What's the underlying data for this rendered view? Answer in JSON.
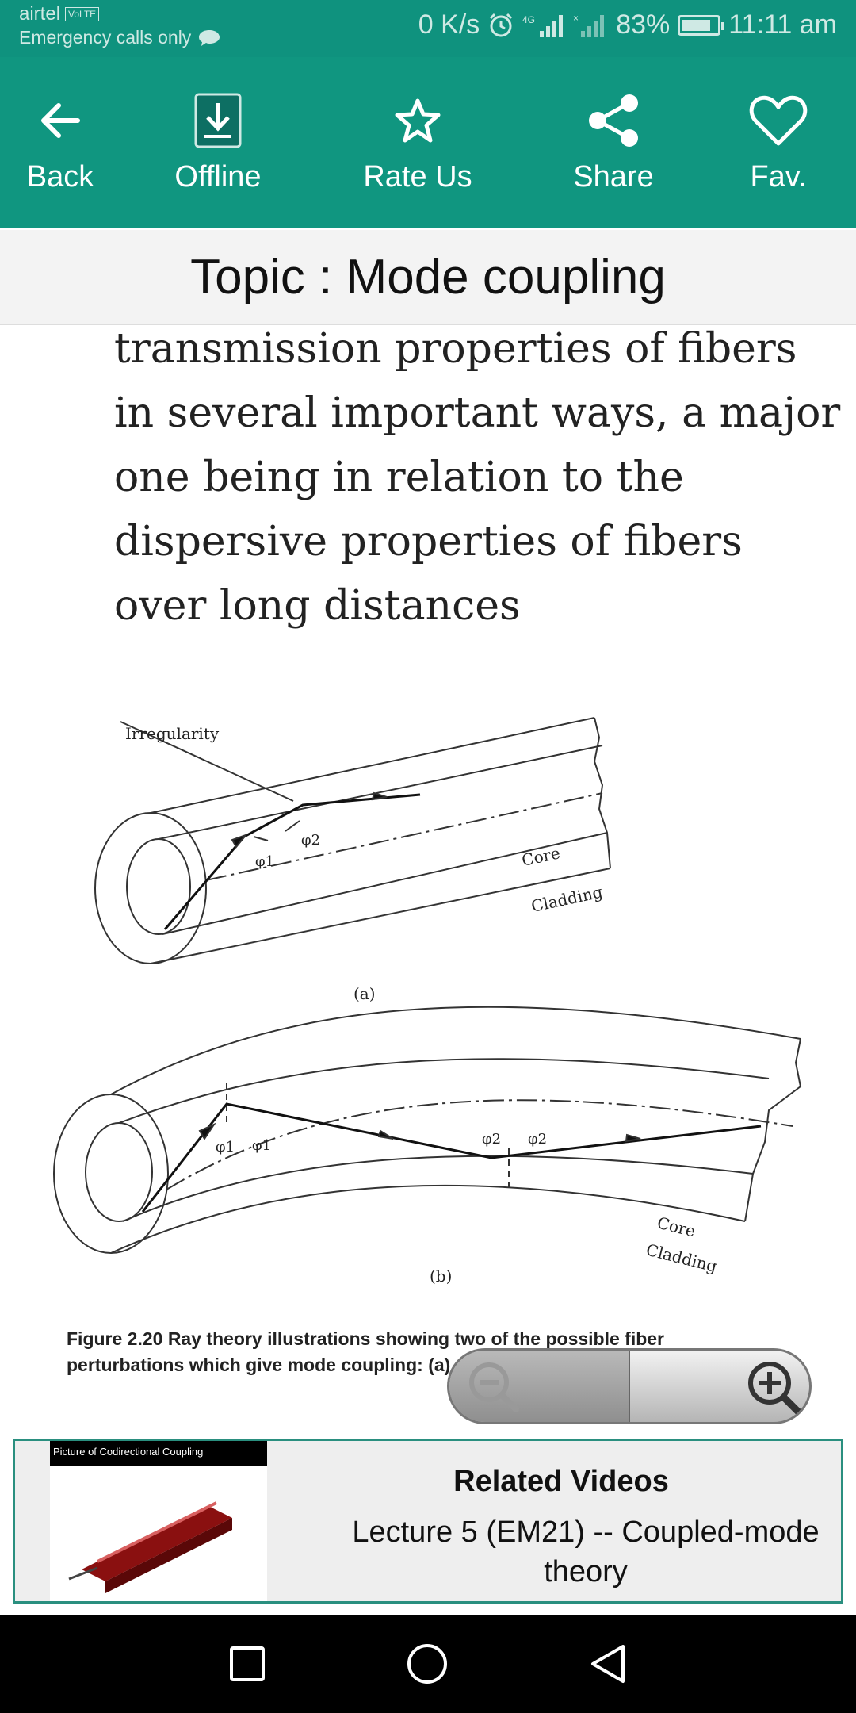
{
  "status_bar": {
    "carrier": "airtel",
    "volte_badge": "VoLTE",
    "emergency": "Emergency calls only",
    "net_speed": "0 K/s",
    "battery": "83%",
    "battery_level": 0.83,
    "time": "11:11 am"
  },
  "toolbar": {
    "back": "Back",
    "offline": "Offline",
    "rate": "Rate Us",
    "share": "Share",
    "fav": "Fav."
  },
  "topic": {
    "title": "Topic : Mode coupling"
  },
  "content": {
    "paragraph": "transmission properties of fibers in several important ways, a major one being in relation to the dispersive properties of fibers over long distances"
  },
  "figure": {
    "label_irregularity": "Irregularity",
    "label_phi1": "φ1",
    "label_phi2": "φ2",
    "label_core": "Core",
    "label_cladding": "Cladding",
    "label_a": "(a)",
    "label_b": "(b)",
    "caption": "Figure 2.20 Ray theory illustrations showing two of the possible fiber perturbations which give mode coupling: (a) ... interface; (b) fiber bend"
  },
  "related": {
    "title": "Related Videos",
    "video_title": "Lecture 5 (EM21) -- Coupled-mode theory",
    "thumb_caption": "Picture of Codirectional Coupling"
  },
  "colors": {
    "accent": "#109680",
    "status_bar": "#0f927e"
  }
}
